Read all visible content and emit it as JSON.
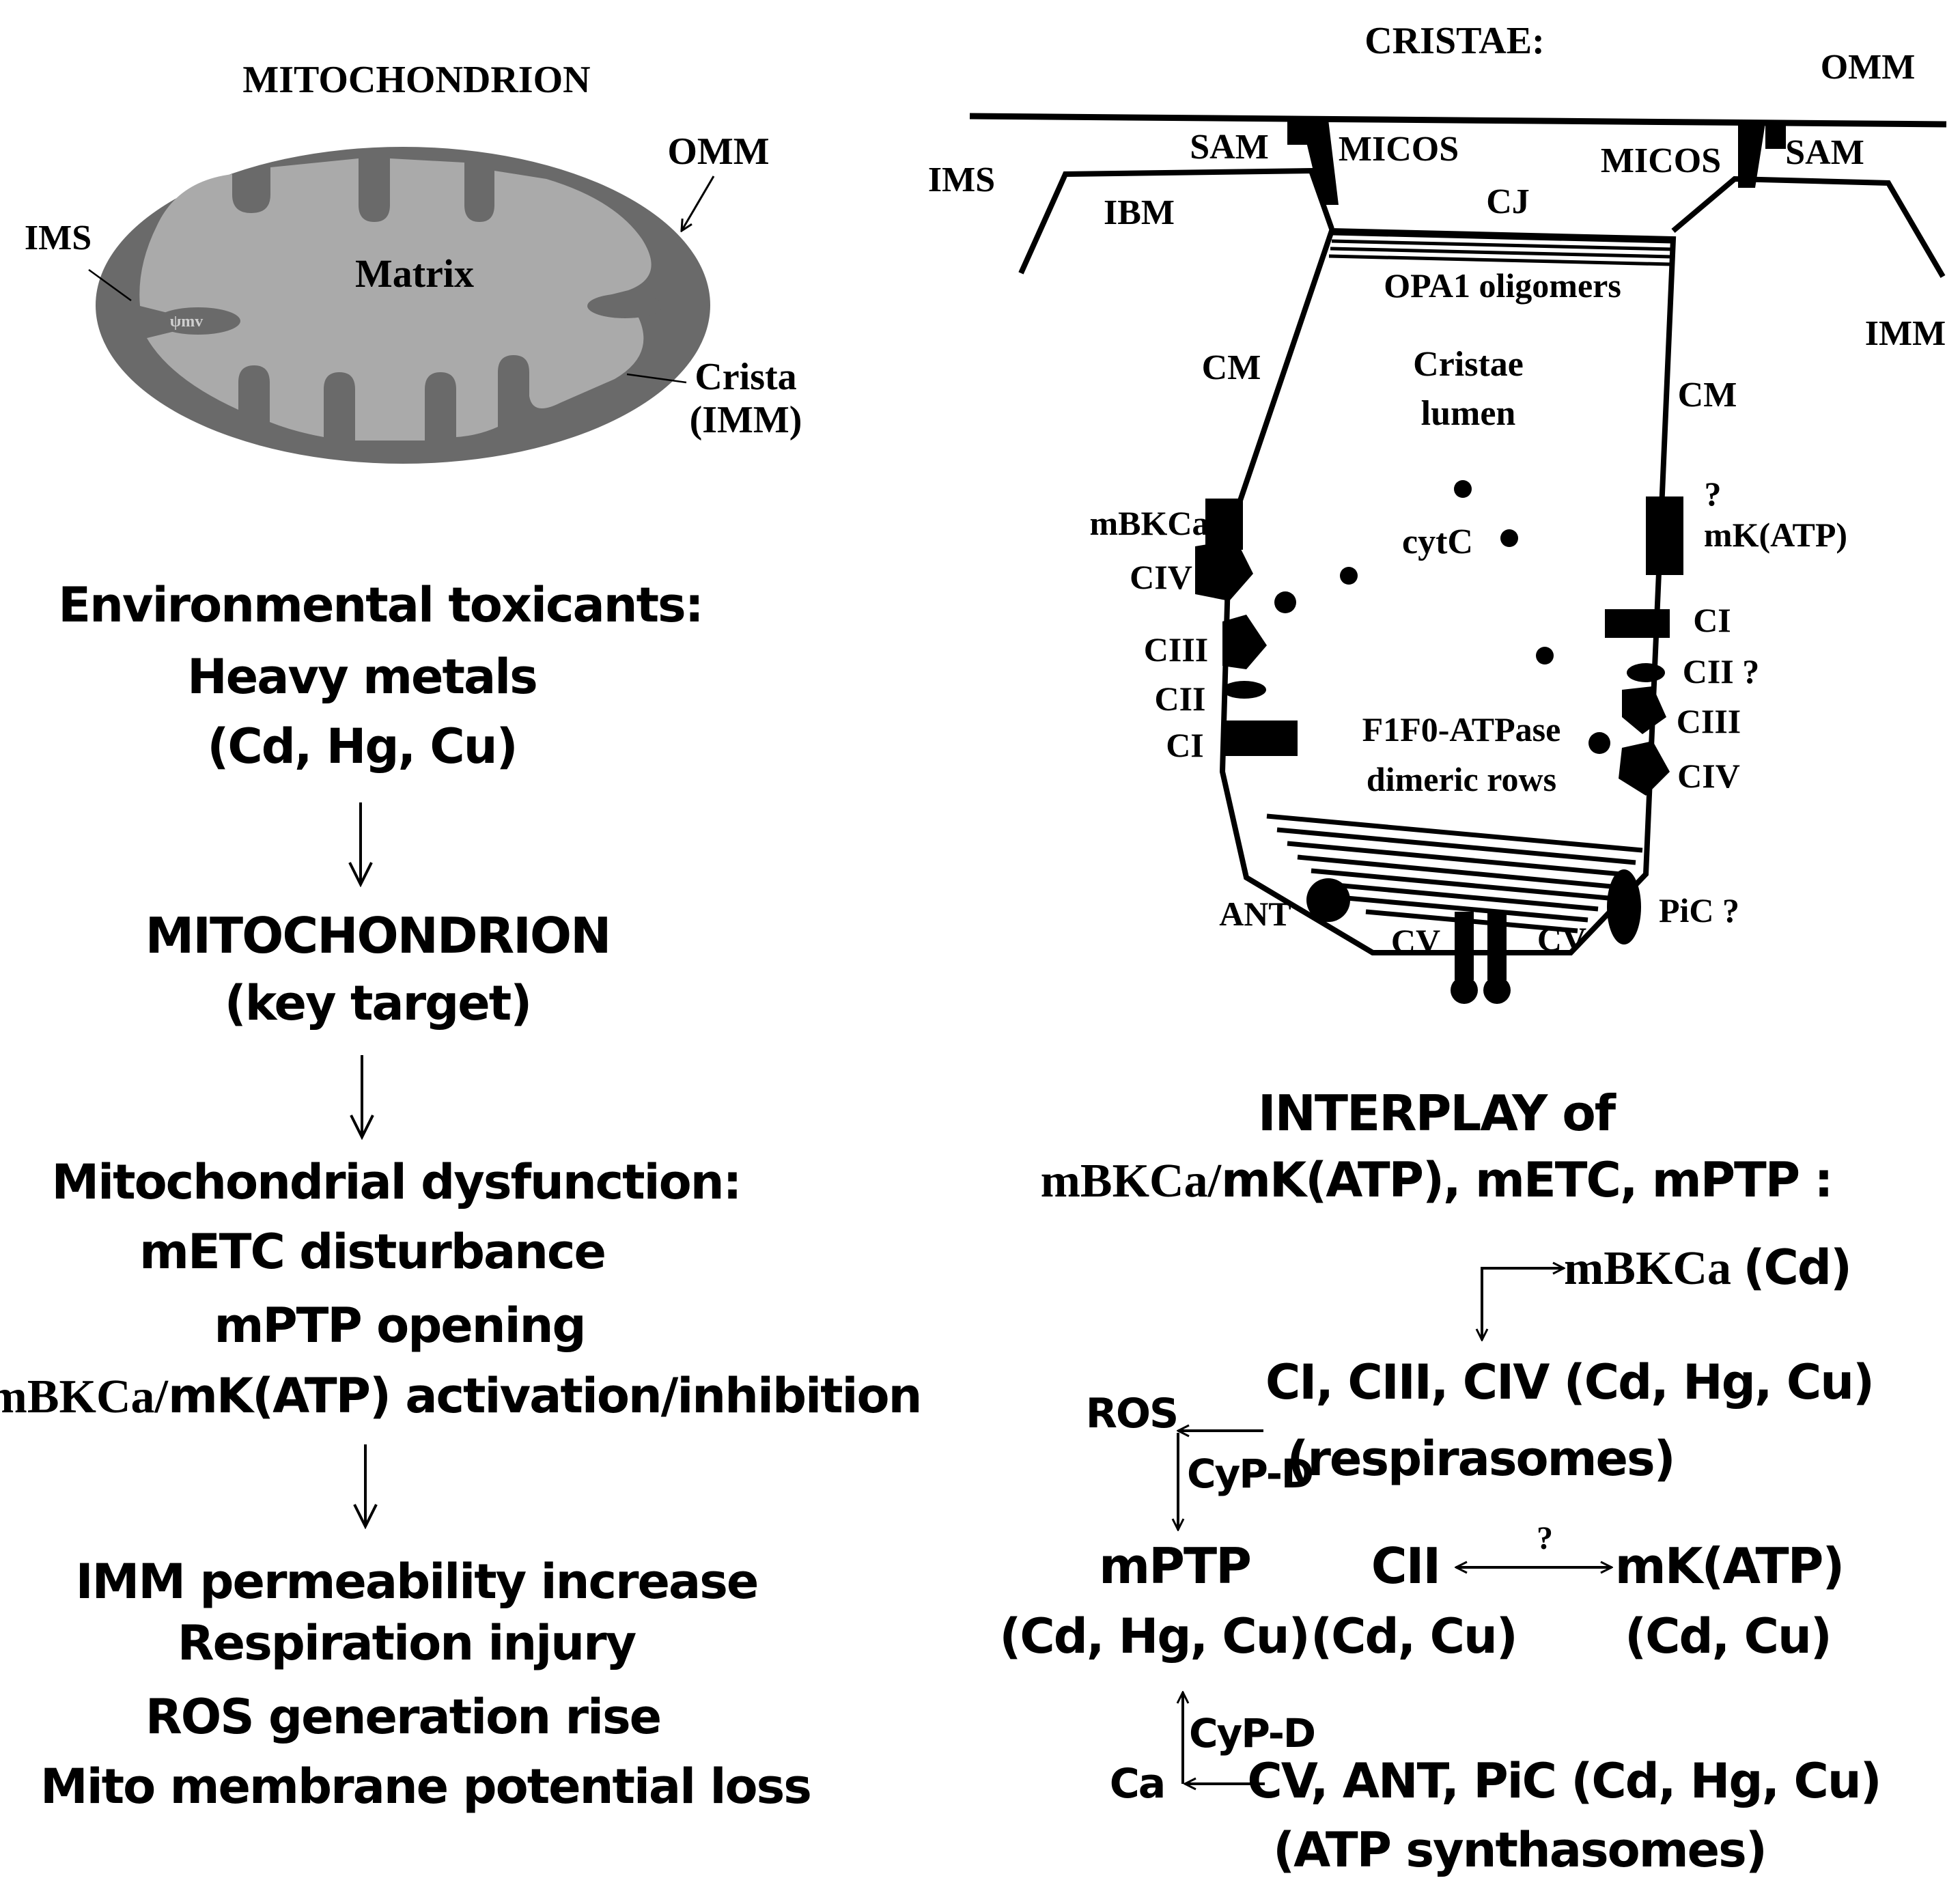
{
  "mito": {
    "title": "MITOCHONDRION",
    "omm": "OMM",
    "ims": "IMS",
    "matrix": "Matrix",
    "crista": "Crista",
    "crista_sub": "(IMM)",
    "tiny_label": "ψmv"
  },
  "flow": {
    "s1": [
      "Environmental toxicants:",
      "Heavy metals",
      "(Cd, Hg, Cu)"
    ],
    "s2": [
      "MITOCHONDRION",
      "(key target)"
    ],
    "s3": [
      "Mitochondrial dysfunction:",
      "mETC disturbance",
      "mPTP opening"
    ],
    "s3_serif": "mBKCa/",
    "s3_rest": "mK(ATP) activation/inhibition",
    "s4": [
      "IMM permeability increase",
      "Respiration injury",
      "ROS generation rise",
      "Mito membrane potential loss"
    ]
  },
  "cristae": {
    "title": "CRISTAE:",
    "omm": "OMM",
    "sam_left": "SAM",
    "sam_right": "SAM",
    "micos_left": "MICOS",
    "micos_right": "MICOS",
    "ims": "IMS",
    "ibm": "IBM",
    "cj": "CJ",
    "opa1": "OPA1 oligomers",
    "imm": "IMM",
    "cm_left": "CM",
    "cm_right": "CM",
    "lumen": [
      "Cristae",
      "lumen"
    ],
    "cytc": "cytC",
    "mbkca": "mBKCa",
    "mkatp": "mK(ATP)",
    "q": "?",
    "civ_l": "CIV",
    "ciii_l": "CIII",
    "cii_l": "CII",
    "ci_l": "CI",
    "ci_r": "CI",
    "cii_r": "CII ?",
    "ciii_r": "CIII",
    "civ_r": "CIV",
    "f1f0": [
      "F1F0-ATPase",
      "dimeric rows"
    ],
    "ant": "ANT",
    "cv_l": "CV",
    "cv_r": "CV",
    "pic": "PiC ?"
  },
  "interplay": {
    "title1": "INTERPLAY of",
    "title2_serif": "mBKCa/",
    "title2_rest": "mK(ATP), mETC, mPTP :",
    "mbkca_serif": "mBKCa ",
    "mbkca_rest": "(Cd)",
    "complexes": "CI, CIII, CIV (Cd, Hg, Cu)",
    "respirasomes": "(respirasomes)",
    "ros": "ROS",
    "cypd_top": "CyP-D",
    "mptp": "mPTP",
    "mptp_metals": "(Cd, Hg, Cu)",
    "cii": "CII",
    "cii_metals": "(Cd, Cu)",
    "q": "?",
    "mkatp": "mK(ATP)",
    "mkatp_metals": "(Cd, Cu)",
    "cypd_bottom": "CyP-D",
    "ca": "Ca",
    "synth": "CV, ANT, PiC (Cd, Hg, Cu)",
    "synthasomes": "(ATP synthasomes)"
  }
}
